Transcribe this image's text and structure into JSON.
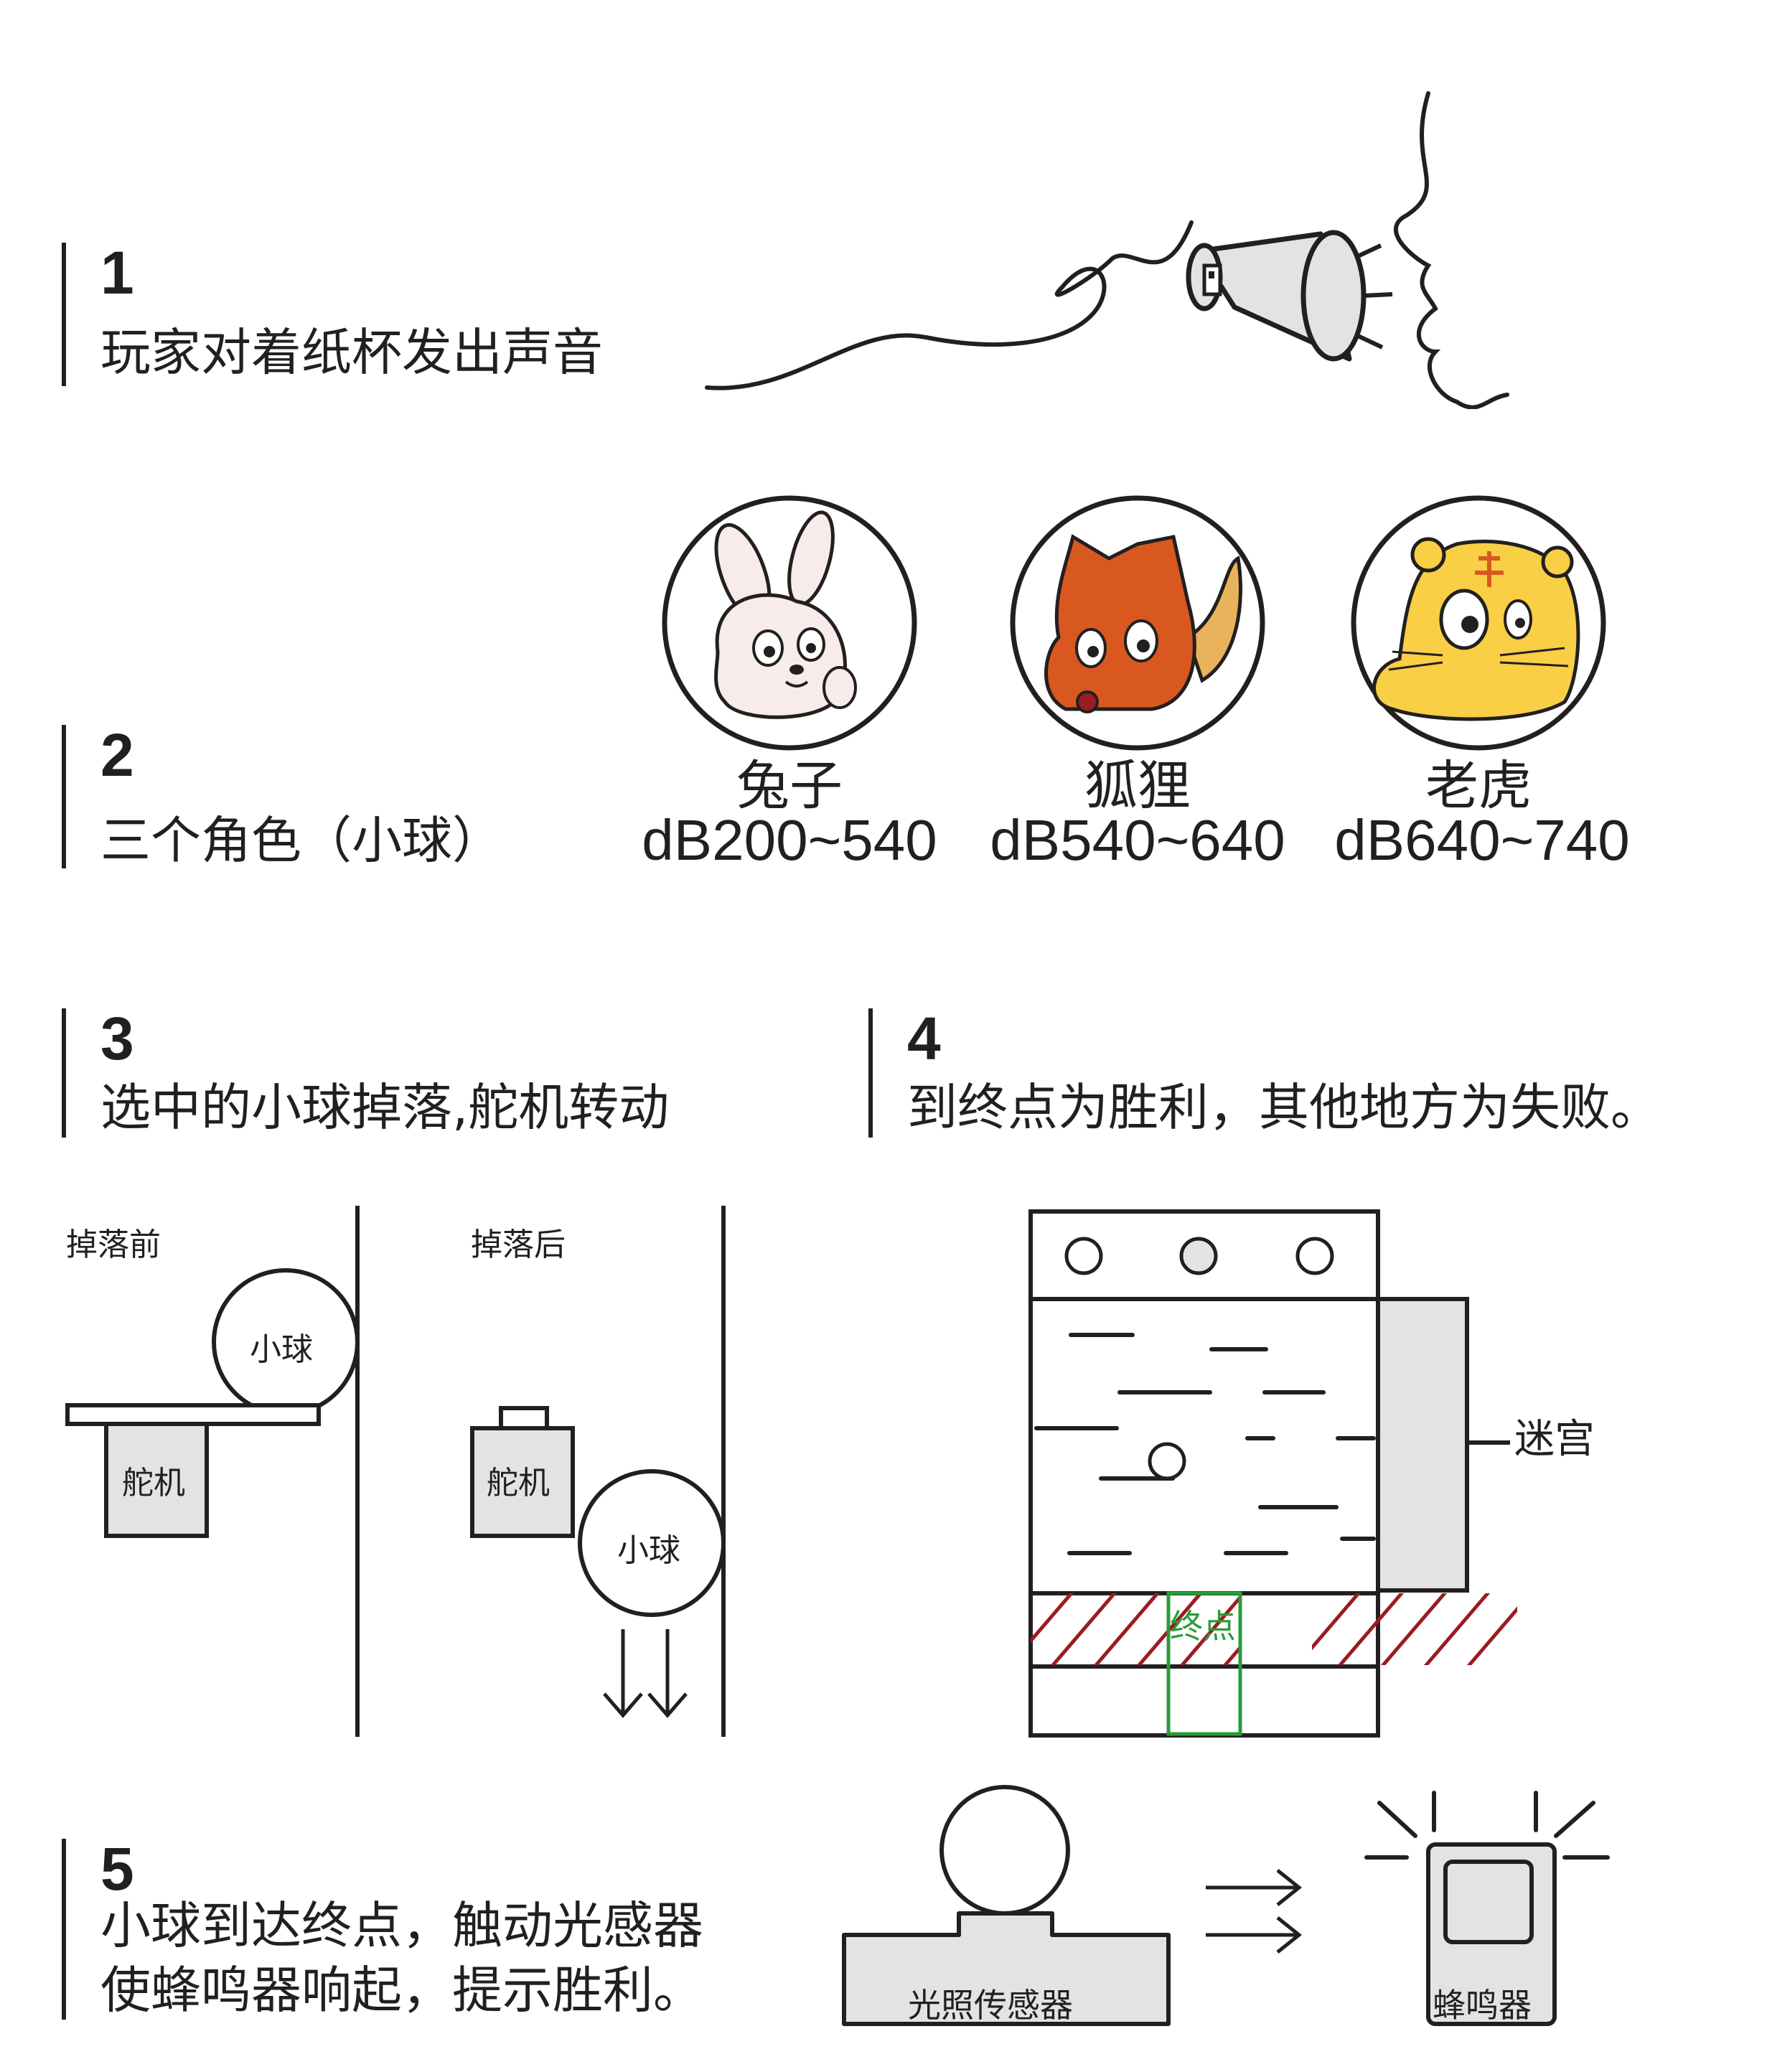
{
  "steps": [
    {
      "number": "1",
      "text": "玩家对着纸杯发出声音"
    },
    {
      "number": "2",
      "text": "三个角色（小球）"
    },
    {
      "number": "3",
      "text": "选中的小球掉落,舵机转动"
    },
    {
      "number": "4",
      "text": "到终点为胜利，其他地方为失败。"
    },
    {
      "number": "5",
      "text": "小球到达终点，触动光感器",
      "text2": "使蜂鸣器响起，提示胜利。"
    }
  ],
  "characters": [
    {
      "name": "兔子",
      "range": "dB200~540",
      "color": "#f7ecea",
      "icon": "rabbit-icon"
    },
    {
      "name": "狐狸",
      "range": "dB540~640",
      "color": "#d9581f",
      "icon": "fox-icon"
    },
    {
      "name": "老虎",
      "range": "dB640~740",
      "color": "#f8cf45",
      "icon": "tiger-icon"
    }
  ],
  "servo_diagram": {
    "before_label": "掉落前",
    "after_label": "掉落后",
    "ball_label": "小球",
    "servo_label": "舵机"
  },
  "maze_diagram": {
    "maze_label": "迷宫",
    "finish_label": "终点",
    "finish_color": "#2a9a3a",
    "hatch_color": "#9b1b22"
  },
  "sensor_diagram": {
    "sensor_label": "光照传感器",
    "buzzer_label": "蜂鸣器"
  }
}
